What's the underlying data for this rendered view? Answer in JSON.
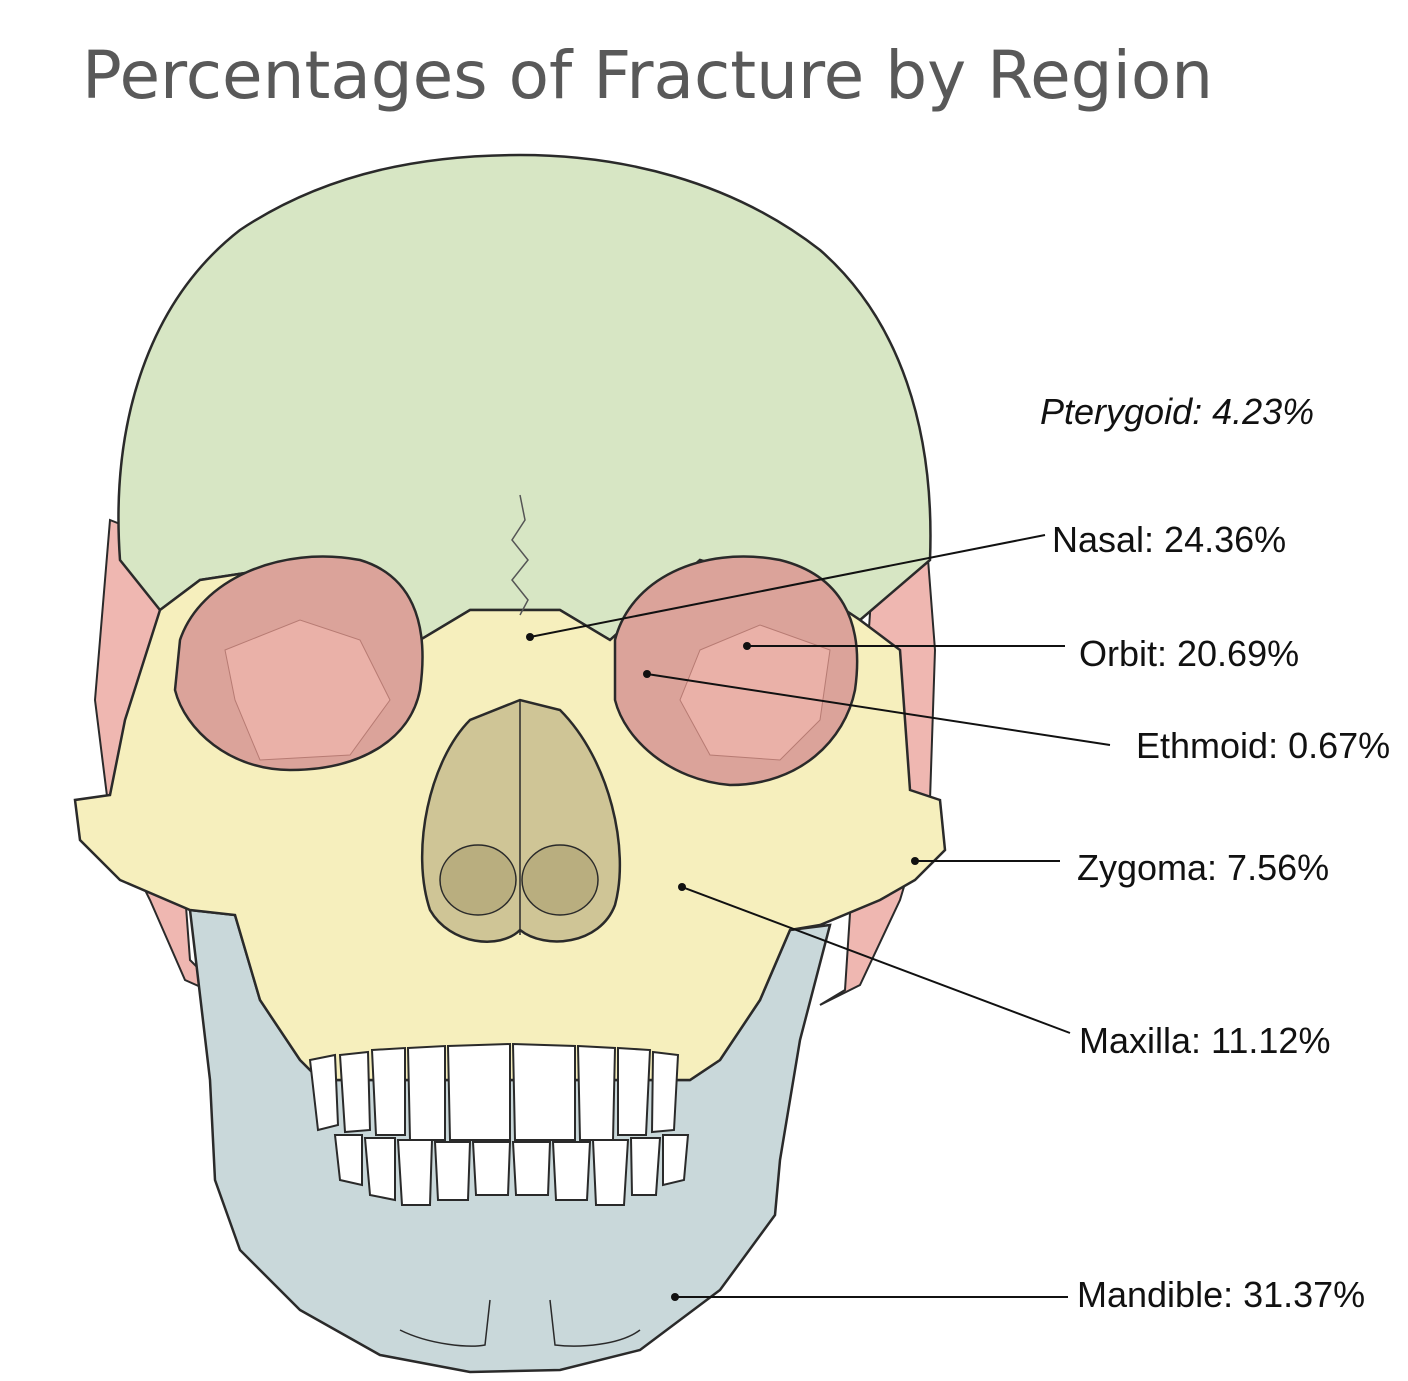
{
  "title": "Percentages of Fracture by Region",
  "colors": {
    "frontal": "#d7e6c4",
    "orbit": "#dba39a",
    "face": "#f6efbd",
    "mandible": "#c9d8da",
    "temporal": "#efb7b1",
    "outline": "#2a2a2a"
  },
  "labels": {
    "pterygoid": "Pterygoid: 4.23%",
    "nasal": "Nasal: 24.36%",
    "orbit": "Orbit: 20.69%",
    "ethmoid": "Ethmoid: 0.67%",
    "zygoma": "Zygoma: 7.56%",
    "maxilla": "Maxilla: 11.12%",
    "mandible": "Mandible: 31.37%"
  }
}
